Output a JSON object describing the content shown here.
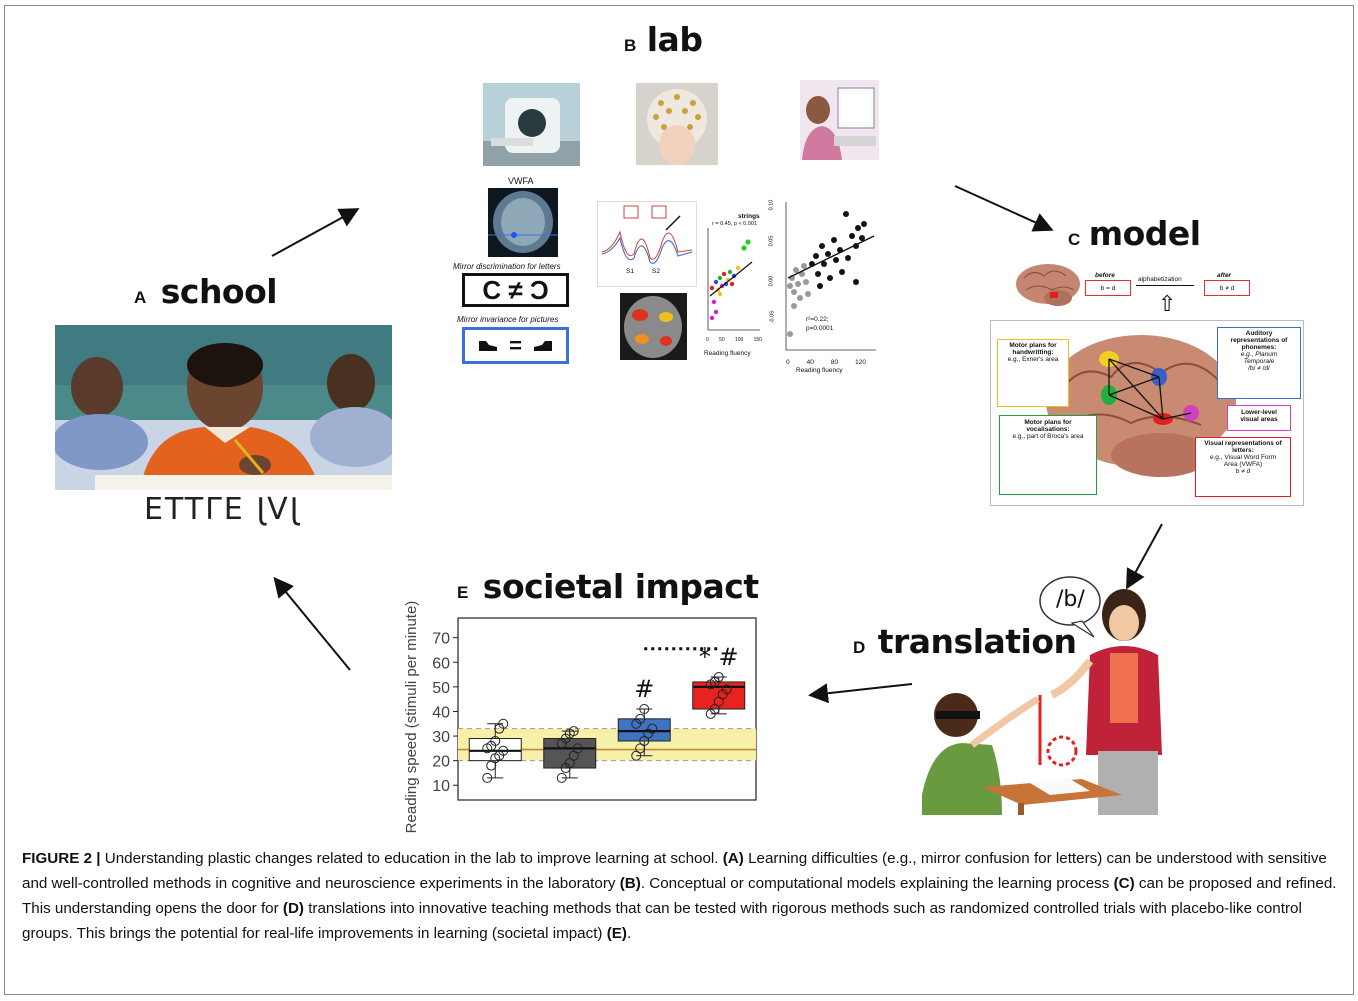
{
  "panels": {
    "a": {
      "letter": "A",
      "title": "school",
      "mirror_text": "ЈVЈ Ǝ⅂TTƎ"
    },
    "b": {
      "letter": "B",
      "title": "lab",
      "vwfa_label": "VWFA",
      "mirror_discrimination_label": "Mirror discrimination for letters",
      "mirror_discrimination_eq": "C ≠ Ɔ",
      "mirror_invariance_label": "Mirror invariance for pictures",
      "mirror_invariance_eq": "=",
      "erp_s1": "S1",
      "erp_s2": "S2",
      "scatter1": {
        "title": "strings",
        "stat": "r = 0.45, p < 0.001",
        "xlabel": "Reading fluency",
        "xticks": [
          "0",
          "50",
          "100",
          "150"
        ]
      },
      "scatter2": {
        "stat1": "r²=0.22;",
        "stat2": "p=0.0001",
        "xlabel": "Reading fluency",
        "xticks": [
          "0",
          "40",
          "80",
          "120"
        ],
        "yticks": [
          "0.10",
          "0.05",
          "0.00",
          "-0.05"
        ]
      }
    },
    "c": {
      "letter": "C",
      "title": "model",
      "before_label": "before",
      "after_label": "after",
      "alphabetization": "alphabetization",
      "before_eq": "b = d",
      "after_eq": "b ≠ d",
      "boxes": {
        "motor_handwriting": [
          "Motor plans for",
          "handwritting:",
          "e.g., Exner's area"
        ],
        "auditory": [
          "Auditory",
          "representations of",
          "phonemes:",
          "e.g., Planum",
          "Temporale",
          "/b/ ≠ /d/"
        ],
        "lower_visual": [
          "Lower-level",
          "visual areas"
        ],
        "motor_vocal": [
          "Motor plans for",
          "vocalisations:",
          "e.g., part of Broca's area"
        ],
        "visual_letters": [
          "Visual representations of",
          "letters:",
          "e.g., Visual Word Form",
          "Area (VWFA)",
          "b ≠ d"
        ]
      }
    },
    "d": {
      "letter": "D",
      "title": "translation",
      "speech": "/b/"
    },
    "e": {
      "letter": "E",
      "title": "societal impact"
    }
  },
  "chart_data": {
    "type": "box",
    "ylabel": "Reading speed (stimuli per minute)",
    "yticks": [
      10,
      20,
      30,
      40,
      50,
      60,
      70
    ],
    "ylim": [
      4,
      78
    ],
    "reference_band": {
      "low": 20,
      "high": 33,
      "mid": 24.5,
      "color": "#f7f0a8"
    },
    "groups": [
      {
        "color": "#ffffff",
        "q1": 20,
        "median": 24,
        "q3": 29,
        "whisker_low": 13,
        "whisker_high": 35,
        "points": [
          13,
          18,
          21,
          22,
          24,
          25,
          26,
          28,
          33,
          35
        ],
        "annotation": ""
      },
      {
        "color": "#555555",
        "q1": 17,
        "median": 25,
        "q3": 29,
        "whisker_low": 13,
        "whisker_high": 32,
        "points": [
          13,
          17,
          19,
          22,
          25,
          27,
          29,
          31,
          32
        ],
        "annotation": ""
      },
      {
        "color": "#3f74c2",
        "q1": 28,
        "median": 32,
        "q3": 37,
        "whisker_low": 22,
        "whisker_high": 41,
        "points": [
          22,
          25,
          28,
          31,
          33,
          35,
          37,
          41
        ],
        "annotation": "#"
      },
      {
        "color": "#e8231f",
        "q1": 41,
        "median": 50,
        "q3": 52,
        "whisker_low": 39,
        "whisker_high": 54,
        "points": [
          39,
          41,
          44,
          47,
          49,
          51,
          52,
          54
        ],
        "annotation": "* #"
      }
    ]
  },
  "caption": {
    "figure_label": "FIGURE 2 |",
    "parts": [
      {
        "t": " Understanding plastic changes related to education in the lab to improve learning at school. ",
        "b": false
      },
      {
        "t": "(A)",
        "b": true
      },
      {
        "t": " Learning difficulties (e.g., mirror confusion for letters) can be understood with sensitive and well-controlled methods in cognitive and neuroscience experiments in the laboratory ",
        "b": false
      },
      {
        "t": "(B)",
        "b": true
      },
      {
        "t": ". Conceptual or computational models explaining the learning process ",
        "b": false
      },
      {
        "t": "(C)",
        "b": true
      },
      {
        "t": " can be proposed and refined. This understanding opens the door for ",
        "b": false
      },
      {
        "t": "(D)",
        "b": true
      },
      {
        "t": " translations into innovative teaching methods that can be tested with rigorous methods such as randomized controlled trials with placebo-like control groups. This brings the potential for real-life improvements in learning (societal impact) ",
        "b": false
      },
      {
        "t": "(E)",
        "b": true
      },
      {
        "t": ".",
        "b": false
      }
    ]
  }
}
